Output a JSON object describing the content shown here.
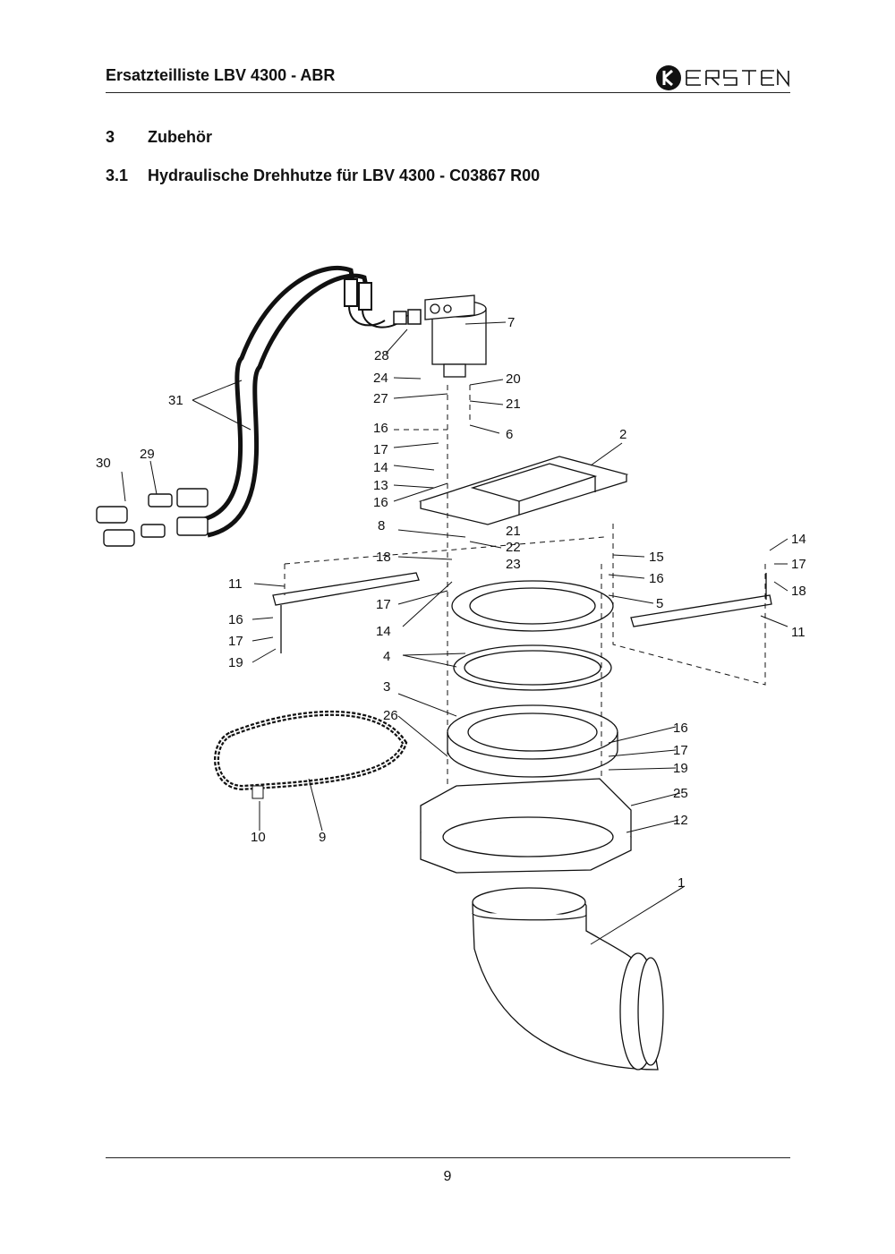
{
  "header": {
    "title": "Ersatzteilliste LBV 4300 - ABR",
    "logo_text": "KERSTEN"
  },
  "section": {
    "number": "3",
    "title": "Zubehör"
  },
  "subsection": {
    "number": "3.1",
    "title": "Hydraulische Drehhutze für LBV 4300 - C03867 R00"
  },
  "callouts": [
    "7",
    "28",
    "24",
    "20",
    "27",
    "21",
    "31",
    "16",
    "6",
    "2",
    "17",
    "30",
    "29",
    "14",
    "13",
    "16",
    "8",
    "21",
    "22",
    "23",
    "14",
    "15",
    "16",
    "17",
    "18",
    "11",
    "18",
    "5",
    "17",
    "14",
    "16",
    "17",
    "19",
    "11",
    "4",
    "3",
    "26",
    "16",
    "17",
    "19",
    "25",
    "12",
    "10",
    "9",
    "1"
  ],
  "footer": {
    "page_number": "9"
  }
}
